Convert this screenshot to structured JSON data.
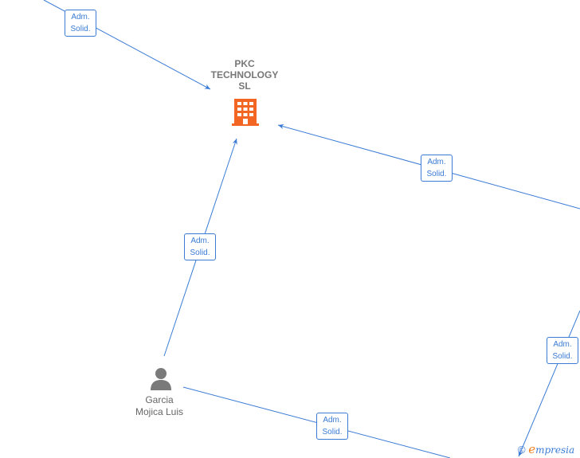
{
  "colors": {
    "edge": "#3a7bd5",
    "company_icon": "#f26522",
    "person_icon": "#7a7a7a",
    "node_text": "#777777"
  },
  "nodes": {
    "company": {
      "name_lines": [
        "PKC",
        "TECHNOLOGY",
        "SL"
      ],
      "icon": "building-icon"
    },
    "person": {
      "name_lines": [
        "Garcia",
        "Mojica Luis"
      ],
      "icon": "person-icon"
    }
  },
  "edges": [
    {
      "label_lines": [
        "Adm.",
        "Solid."
      ]
    },
    {
      "label_lines": [
        "Adm.",
        "Solid."
      ]
    },
    {
      "label_lines": [
        "Adm.",
        "Solid."
      ]
    },
    {
      "label_lines": [
        "Adm.",
        "Solid."
      ]
    },
    {
      "label_lines": [
        "Adm.",
        "Solid."
      ]
    }
  ],
  "watermark": {
    "copyright": "©",
    "brand_initial": "e",
    "brand_rest": "mpresia"
  }
}
